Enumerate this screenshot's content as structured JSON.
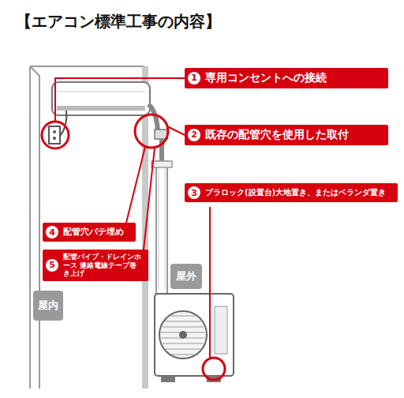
{
  "diagram": {
    "title": "【エアコン標準工事の内容】",
    "nodes": [
      {
        "text": [
          "1",
          "専用コンセントへの接続"
        ]
      },
      {
        "text": [
          "2",
          "既存の配管穴を使用した取付"
        ]
      },
      {
        "text": [
          "3",
          "プラロック(設置台)大地置き、またはベランダ置き"
        ]
      },
      {
        "text": [
          "4",
          "配管穴パテ埋め"
        ]
      },
      {
        "text": [
          "5",
          "配管パイプ・ドレインホース 連絡電線テープ巻き上げ"
        ]
      },
      {
        "text": [
          "屋外"
        ]
      },
      {
        "text": [
          "屋内"
        ]
      }
    ]
  }
}
